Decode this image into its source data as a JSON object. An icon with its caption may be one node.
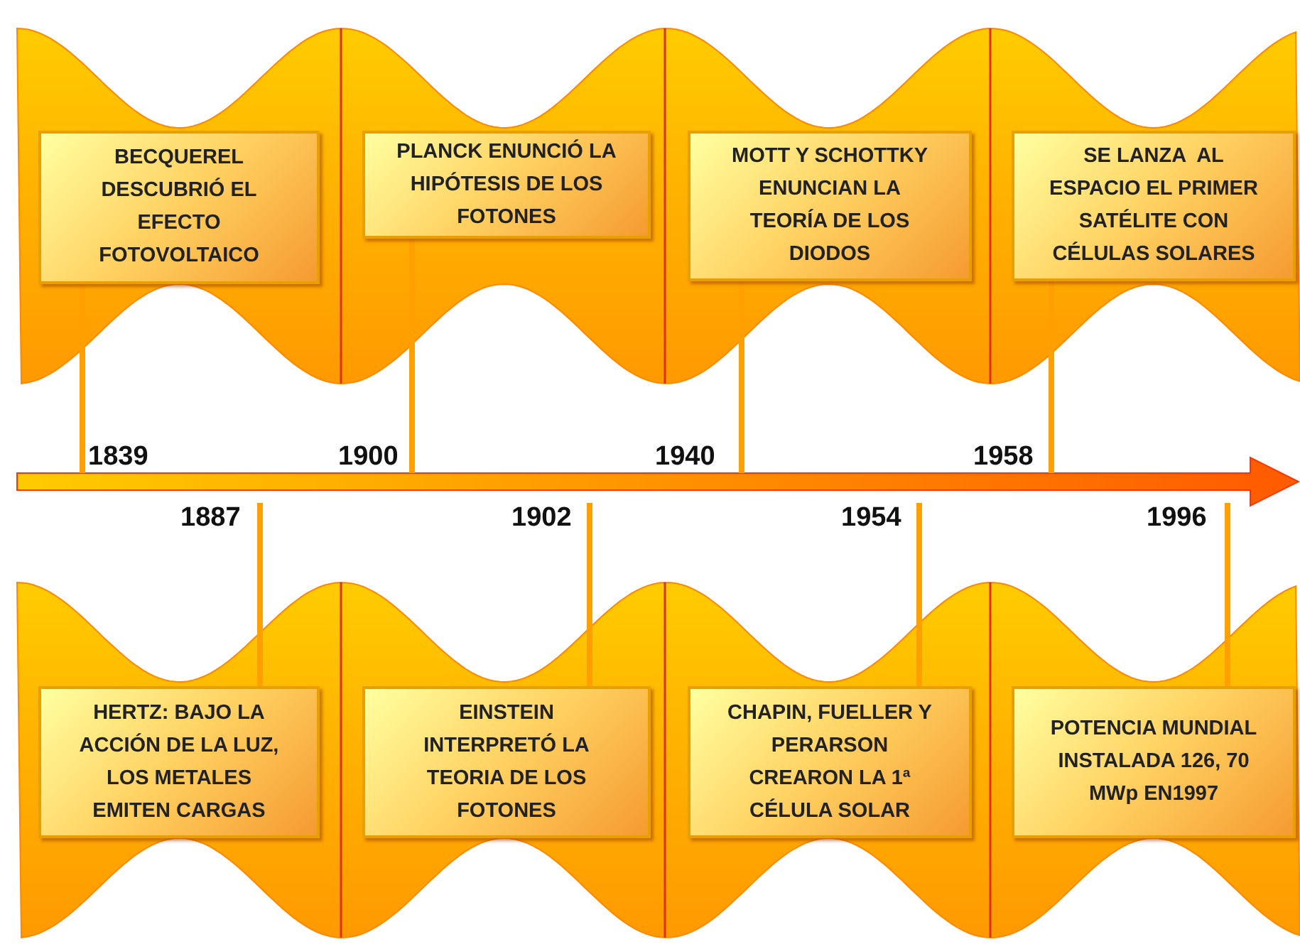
{
  "diagram": {
    "nodes": [
      {
        "text": [
          "BECQUEREL DESCUBRIÓ EL EFECTO FOTOVOLTAICO"
        ]
      },
      {
        "text": [
          "PLANCK ENUNCIÓ LA  HIPÓTESIS DE LOS FOTONES"
        ]
      },
      {
        "text": [
          "MOTT Y SCHOTTKY ENUNCIAN LA TEORÍA DE LOS DIODOS"
        ]
      },
      {
        "text": [
          "SE LANZA  AL ESPACIO EL PRIMER SATÉLITE CON CÉLULAS SOLARES"
        ]
      },
      {
        "text": [
          "HERTZ: BAJO LA ACCIÓN DE LA LUZ, LOS METALES EMITEN CARGAS"
        ]
      },
      {
        "text": [
          "EINSTEIN INTERPRETÓ LA TEORIA DE LOS FOTONES"
        ]
      },
      {
        "text": [
          "CHAPIN, FUELLER Y PERARSON CREARON LA 1ª CÉLULA SOLAR"
        ]
      },
      {
        "text": [
          "POTENCIA MUNDIAL INSTALADA 126, 70 MWp EN1997"
        ]
      },
      {
        "text": [
          "1839"
        ]
      },
      {
        "text": [
          "1900"
        ]
      },
      {
        "text": [
          "1940"
        ]
      },
      {
        "text": [
          "1958"
        ]
      },
      {
        "text": [
          "1887"
        ]
      },
      {
        "text": [
          "1902"
        ]
      },
      {
        "text": [
          "1954"
        ]
      },
      {
        "text": [
          "1996"
        ]
      }
    ],
    "edges": [
      {
        "from": 8,
        "to": 0,
        "arrow": "none"
      },
      {
        "from": 9,
        "to": 1,
        "arrow": "none"
      },
      {
        "from": 10,
        "to": 2,
        "arrow": "none"
      },
      {
        "from": 11,
        "to": 3,
        "arrow": "none"
      },
      {
        "from": 12,
        "to": 4,
        "arrow": "none"
      },
      {
        "from": 13,
        "to": 5,
        "arrow": "none"
      },
      {
        "from": 14,
        "to": 6,
        "arrow": "none"
      },
      {
        "from": 15,
        "to": 7,
        "arrow": "none"
      }
    ]
  }
}
